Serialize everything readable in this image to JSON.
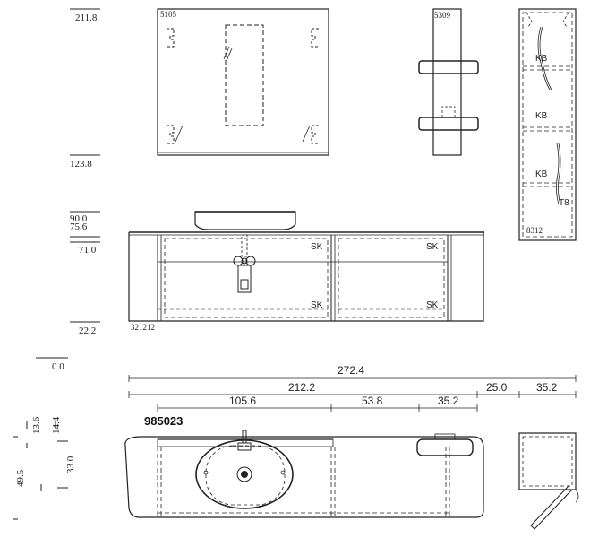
{
  "levels": [
    "211.8",
    "123.8",
    "90.0",
    "75.6",
    "71.0",
    "22.2",
    "0.0"
  ],
  "part_codes": {
    "mirror": "5105",
    "shelf": "5309",
    "tall_cabinet": "8312",
    "base_unit": "321212",
    "top_view": "985023"
  },
  "cabinet_tags": {
    "kb": "KB",
    "sk": "SK",
    "t8": "T8"
  },
  "dimensions": {
    "overall": "272.4",
    "main": "212.2",
    "right_gap": "25.0",
    "right_unit": "35.2",
    "seg1": "105.6",
    "seg2": "53.8",
    "seg3": "35.2"
  },
  "side_dims": {
    "d1": "13.6",
    "d2": "14.4",
    "d3": "49.5",
    "d4": "33.0"
  }
}
